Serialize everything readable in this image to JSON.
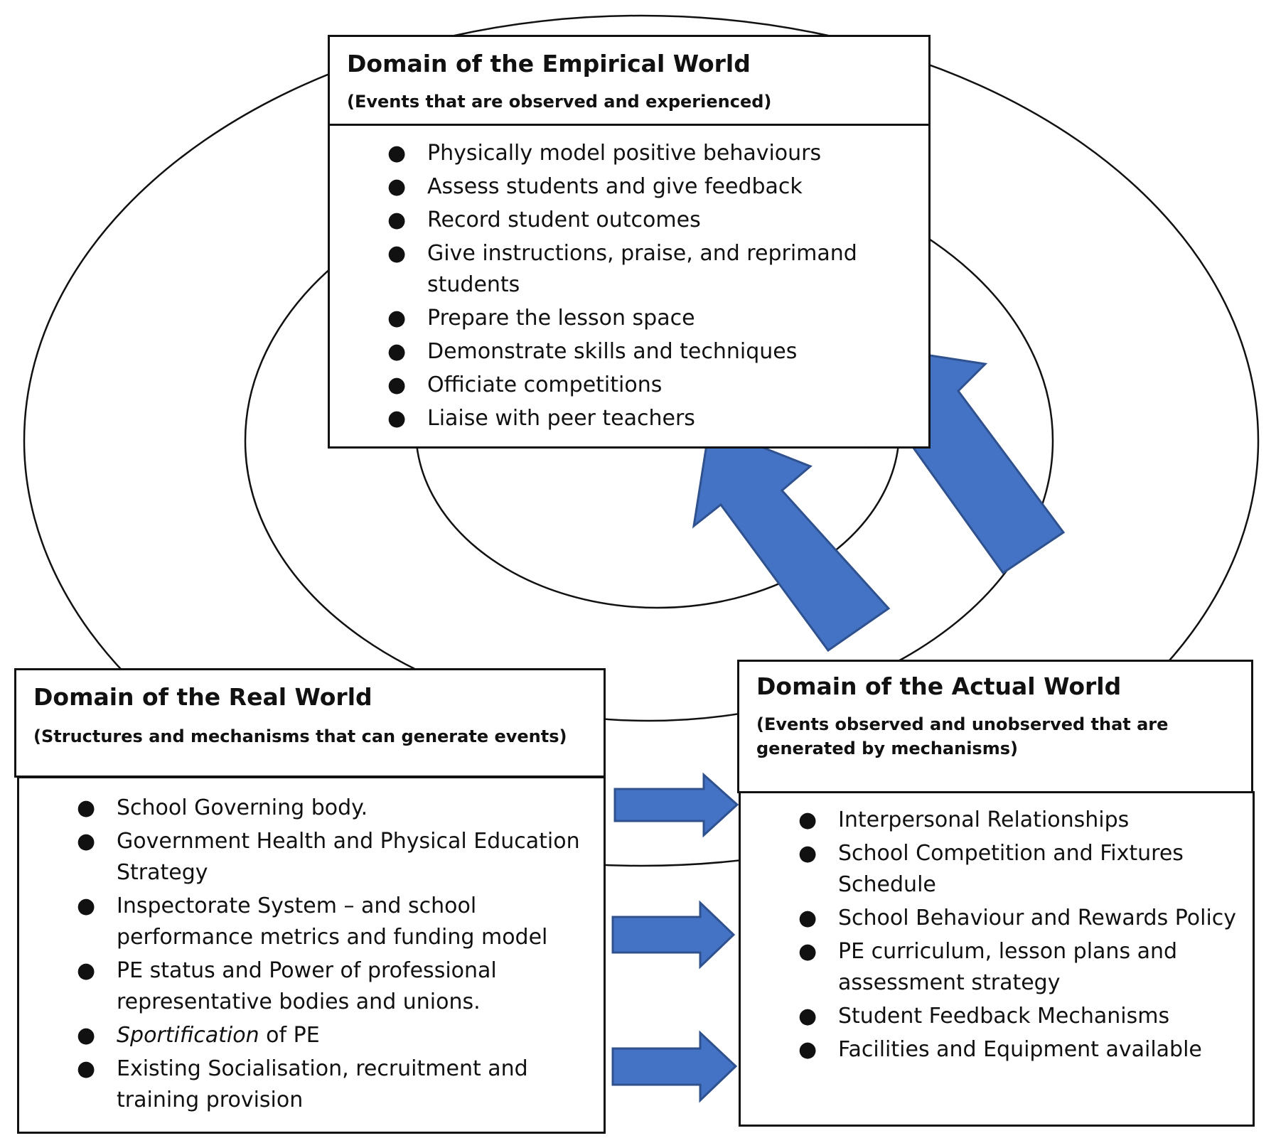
{
  "empirical": {
    "title": "Domain of the Empirical World",
    "subtitle": "(Events that are observed and experienced)",
    "items": [
      "Physically model positive behaviours",
      "Assess students and give feedback",
      "Record student outcomes",
      "Give instructions, praise, and reprimand students",
      "Prepare the lesson space",
      "Demonstrate skills and techniques",
      "Officiate competitions",
      "Liaise with peer teachers"
    ]
  },
  "real": {
    "title": "Domain of the Real World",
    "subtitle": "(Structures and mechanisms that can generate events)",
    "items": [
      {
        "text": "School Governing body."
      },
      {
        "text": "Government Health and Physical Education Strategy"
      },
      {
        "text": "Inspectorate System – and school performance metrics and funding model"
      },
      {
        "text": "PE status and Power of professional representative bodies and unions."
      },
      {
        "italic": "Sportification",
        "text": " of PE"
      },
      {
        "text": "Existing Socialisation, recruitment and training provision"
      }
    ]
  },
  "actual": {
    "title": "Domain of the Actual World",
    "subtitle": "(Events observed and unobserved that are generated by mechanisms)",
    "items": [
      "Interpersonal Relationships",
      "School Competition and Fixtures Schedule",
      "School Behaviour and Rewards Policy",
      "PE curriculum, lesson plans and assessment strategy",
      "Student Feedback Mechanisms",
      "Facilities and Equipment available"
    ]
  },
  "colors": {
    "arrow_fill": "#4472C4",
    "arrow_stroke": "#2F528F",
    "line": "#111111"
  }
}
